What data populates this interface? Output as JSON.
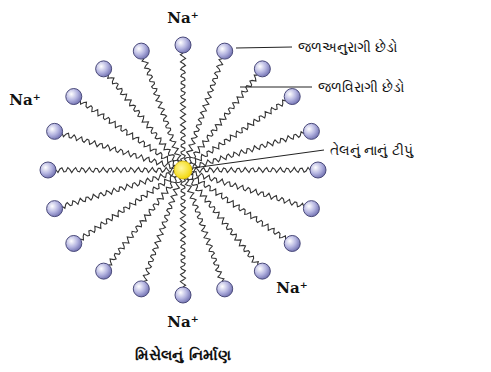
{
  "diagram": {
    "caption": "મિસેલનું નિર્માણ",
    "labels": [
      "Na⁺",
      "જળઅનુરાગી છેડો",
      "જળવિરાગી છેડો",
      "Na⁺",
      "તેલનું નાનું ટીપું",
      "Na⁺",
      "Na⁺"
    ]
  }
}
